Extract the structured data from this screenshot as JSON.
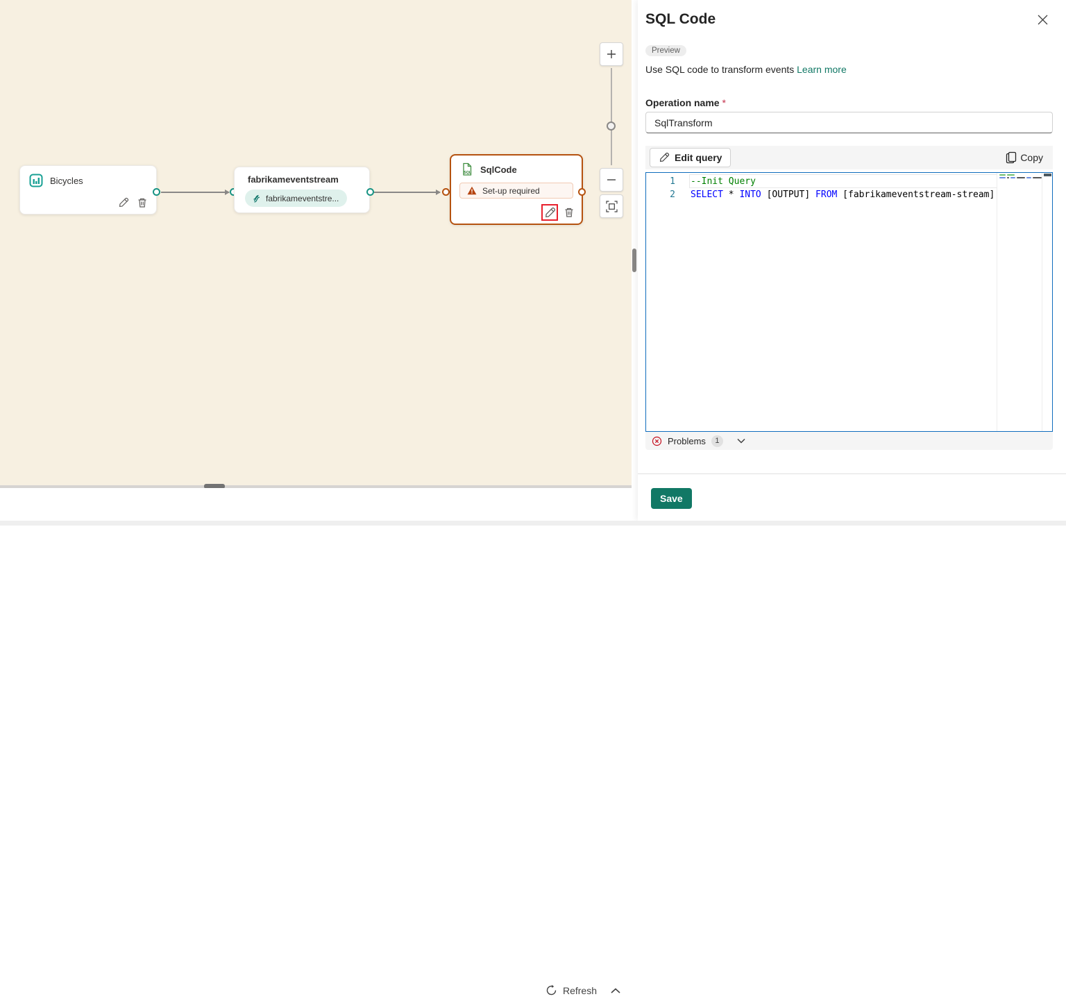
{
  "canvas": {
    "nodes": {
      "bicycles": {
        "title": "Bicycles"
      },
      "eventstream": {
        "title": "fabrikameventstream",
        "stream_label": "fabrikameventstre..."
      },
      "sqlcode": {
        "title": "SqlCode",
        "warning_label": "Set-up required"
      }
    },
    "footer": {
      "refresh_label": "Refresh"
    }
  },
  "panel": {
    "title": "SQL Code",
    "preview_badge": "Preview",
    "description": "Use SQL code to transform events ",
    "learn_more_label": "Learn more",
    "operation_name": {
      "label": "Operation name ",
      "required_mark": "*",
      "value": "SqlTransform"
    },
    "editor_toolbar": {
      "edit_query_label": "Edit query",
      "copy_label": "Copy"
    },
    "code_editor": {
      "lines": [
        {
          "number": "1",
          "tokens": [
            {
              "text": "--Init Query",
              "type": "comment"
            }
          ]
        },
        {
          "number": "2",
          "tokens": [
            {
              "text": "SELECT",
              "type": "keyword"
            },
            {
              "text": " * ",
              "type": "plain"
            },
            {
              "text": "INTO",
              "type": "keyword"
            },
            {
              "text": " [OUTPUT] ",
              "type": "plain"
            },
            {
              "text": "FROM",
              "type": "keyword"
            },
            {
              "text": " [fabrikameventstream-stream]",
              "type": "plain"
            }
          ]
        }
      ]
    },
    "problems_bar": {
      "label": "Problems",
      "count": "1"
    },
    "save_label": "Save"
  },
  "colors": {
    "accent_teal": "#117865",
    "node_teal_port": "#189383",
    "node_error_orange": "#b5520f",
    "editor_focus_blue": "#0f6cbd",
    "keyword_blue": "#0000ff",
    "comment_green": "#008000",
    "error_red": "#c50f1f",
    "annotation_red": "#e8202d",
    "canvas_beige": "#f7f0e1"
  }
}
